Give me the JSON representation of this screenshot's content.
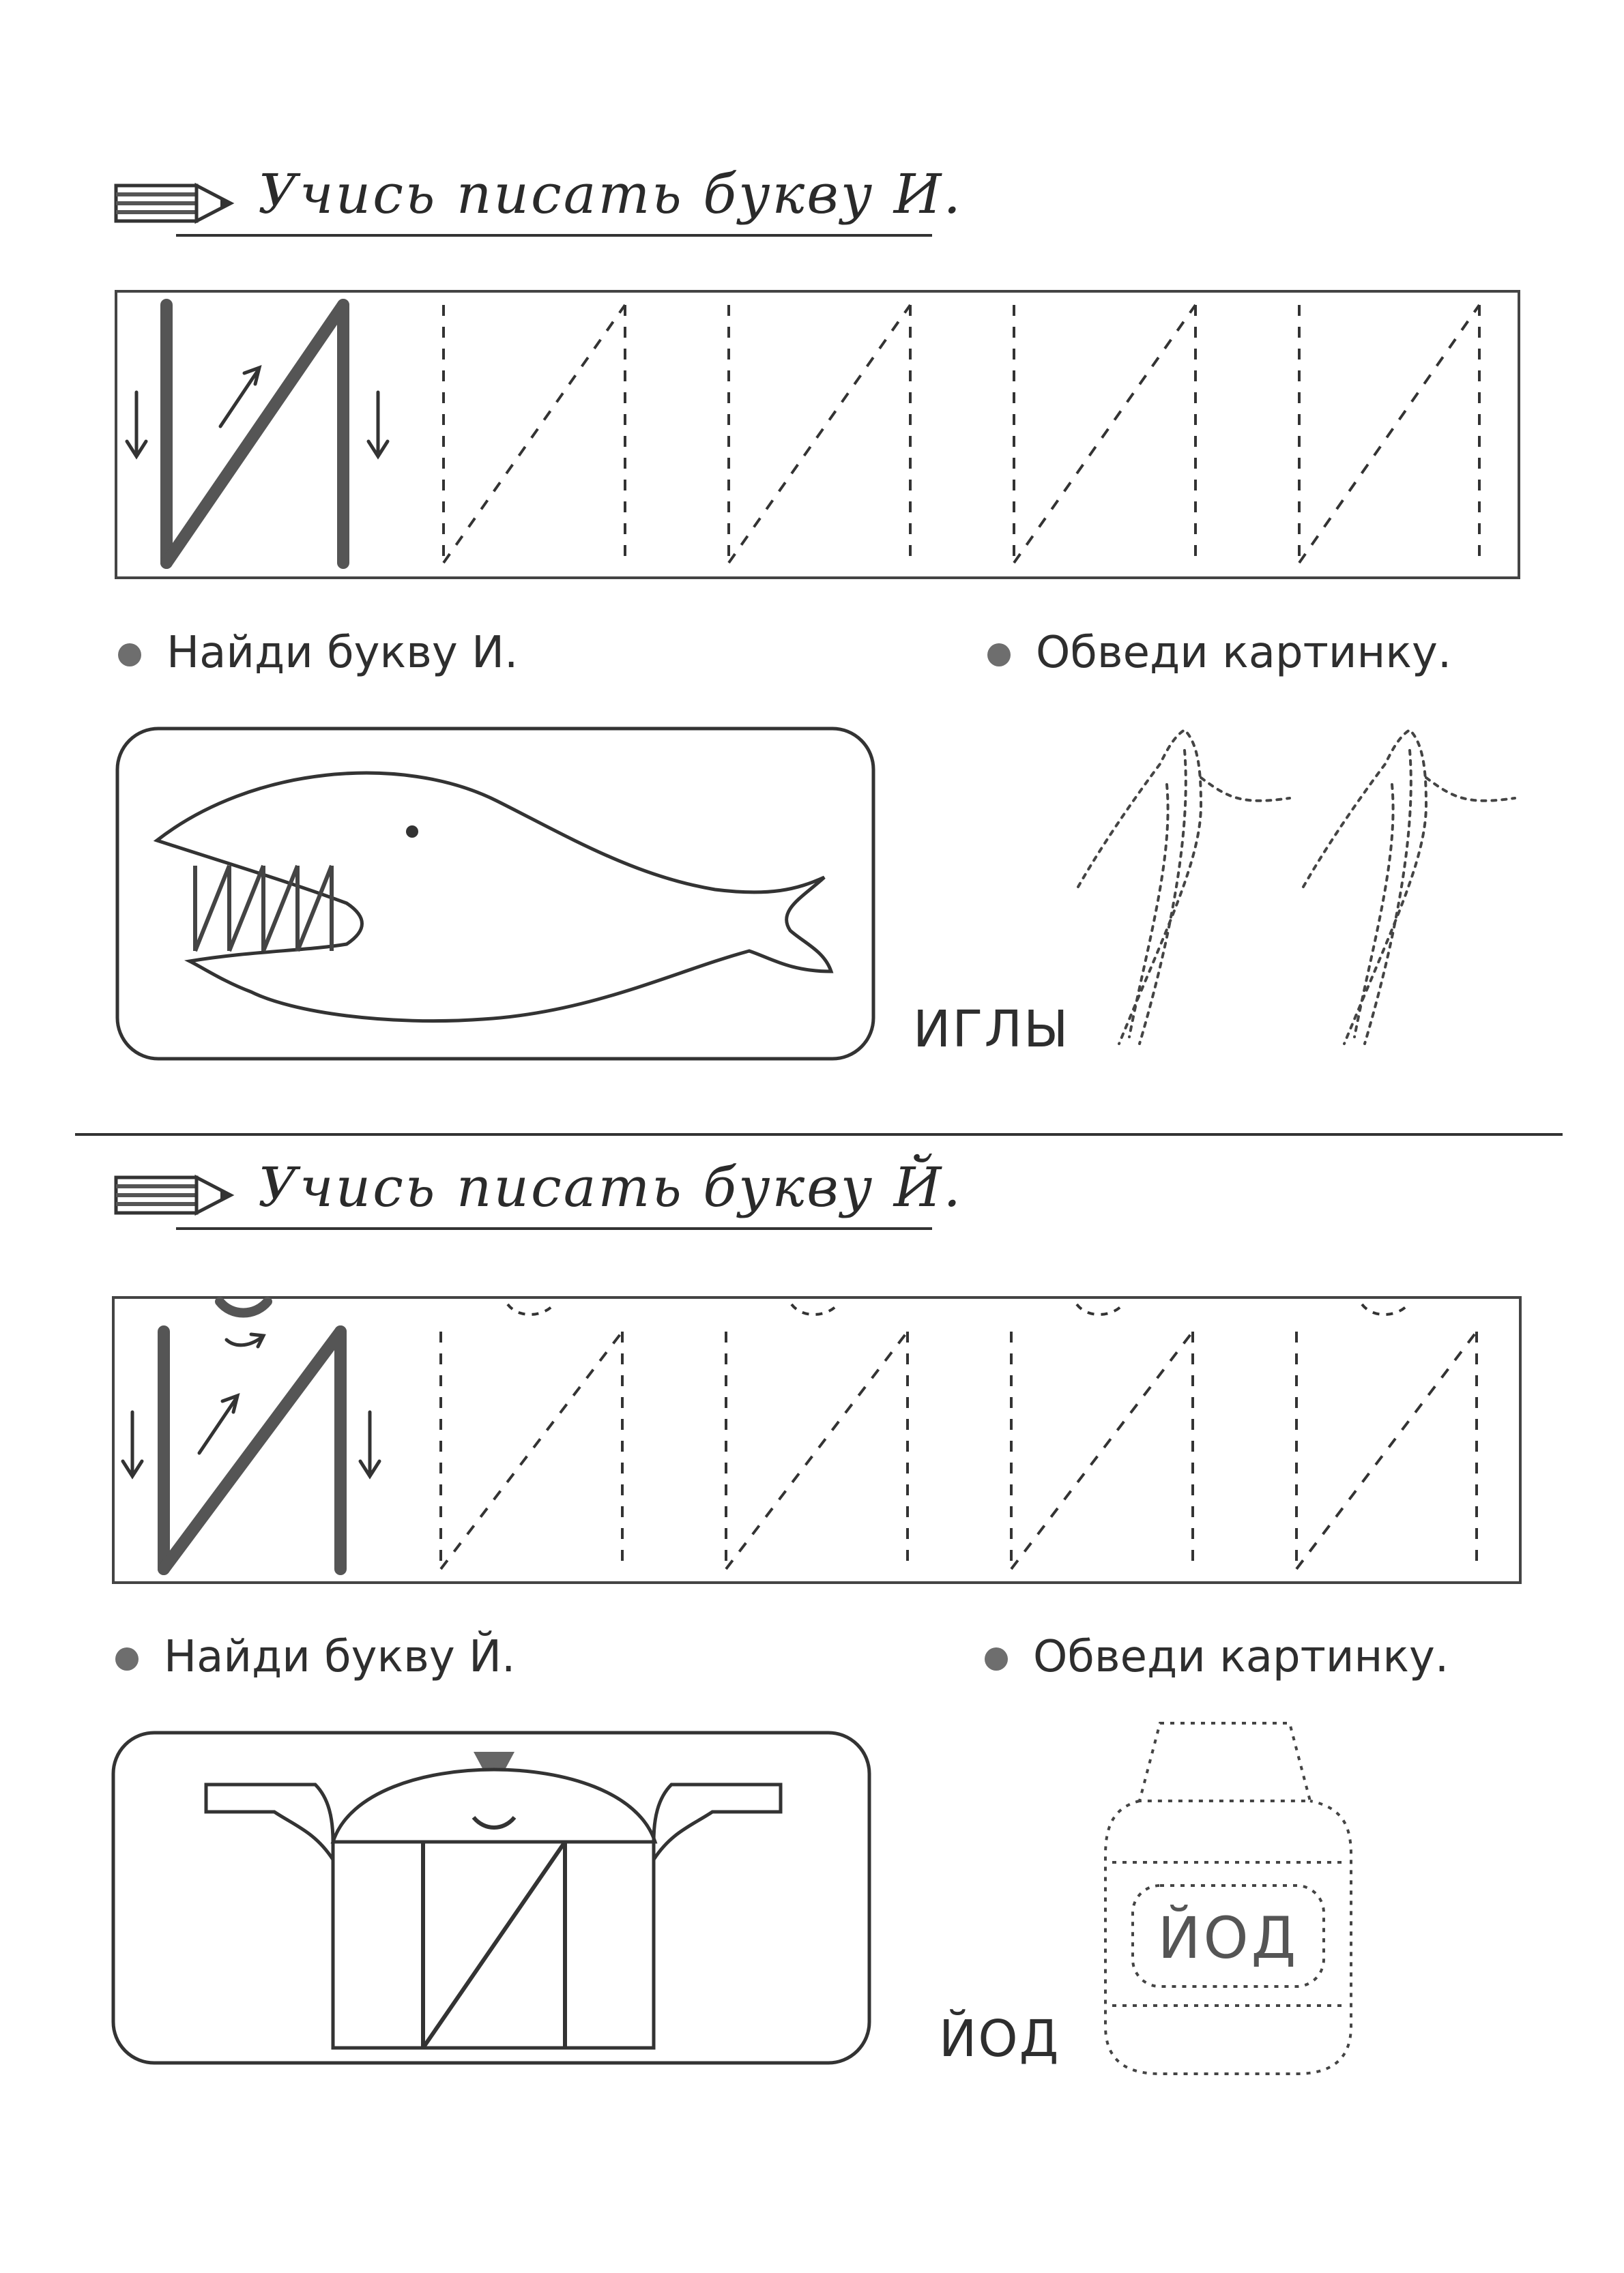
{
  "section_i": {
    "heading": "Учись писать букву И.",
    "find_instruction": "Найди букву И.",
    "trace_instruction": "Обведи картинку.",
    "trace_word": "ИГЛЫ"
  },
  "section_y": {
    "heading": "Учись писать букву Й.",
    "find_instruction": "Найди букву Й.",
    "trace_instruction": "Обведи картинку.",
    "trace_word": "ЙОД",
    "bottle_label": "ЙОД"
  },
  "icons": [
    "pencil-icon",
    "bullet-dot-icon",
    "stroke-direction-arrow-icon"
  ],
  "colors": {
    "ink": "#2b2b2b",
    "stroke_gray": "#555555",
    "bullet": "#6e6e6e"
  }
}
